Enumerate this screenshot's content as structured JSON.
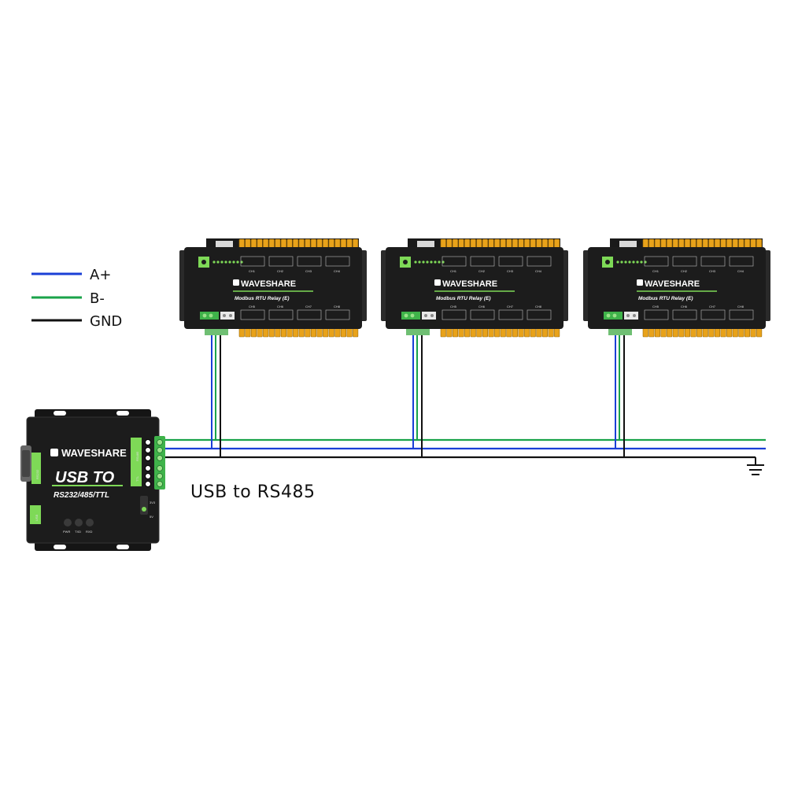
{
  "legend": [
    {
      "label": "A+",
      "color": "#1a3fd6"
    },
    {
      "label": "B-",
      "color": "#1aa34a"
    },
    {
      "label": "GND",
      "color": "#111111"
    }
  ],
  "converter": {
    "brand": "WAVESHARE",
    "title": "USB TO",
    "subtitle": "RS232/485/TTL",
    "port_labels": [
      "RS485",
      "TTL",
      "RS232",
      "USB"
    ],
    "leds": [
      "PWR",
      "TXD",
      "RXD"
    ],
    "switch_labels": [
      "3V3",
      "5V"
    ]
  },
  "caption": "USB to RS485",
  "relays": [
    {
      "brand": "WAVESHARE",
      "model": "Modbus RTU Relay (E)"
    },
    {
      "brand": "WAVESHARE",
      "model": "Modbus RTU Relay (E)"
    },
    {
      "brand": "WAVESHARE",
      "model": "Modbus RTU Relay (E)"
    }
  ],
  "relay_channel_labels": [
    "CH1",
    "CH2",
    "CH3",
    "CH4",
    "CH5",
    "CH6",
    "CH7",
    "CH8"
  ],
  "colors": {
    "wire_a": "#1a3fd6",
    "wire_b": "#1aa34a",
    "wire_gnd": "#111111",
    "device_body": "#1c1c1c",
    "accent_green": "#7ed957",
    "terminal_orange": "#e8a21a"
  }
}
